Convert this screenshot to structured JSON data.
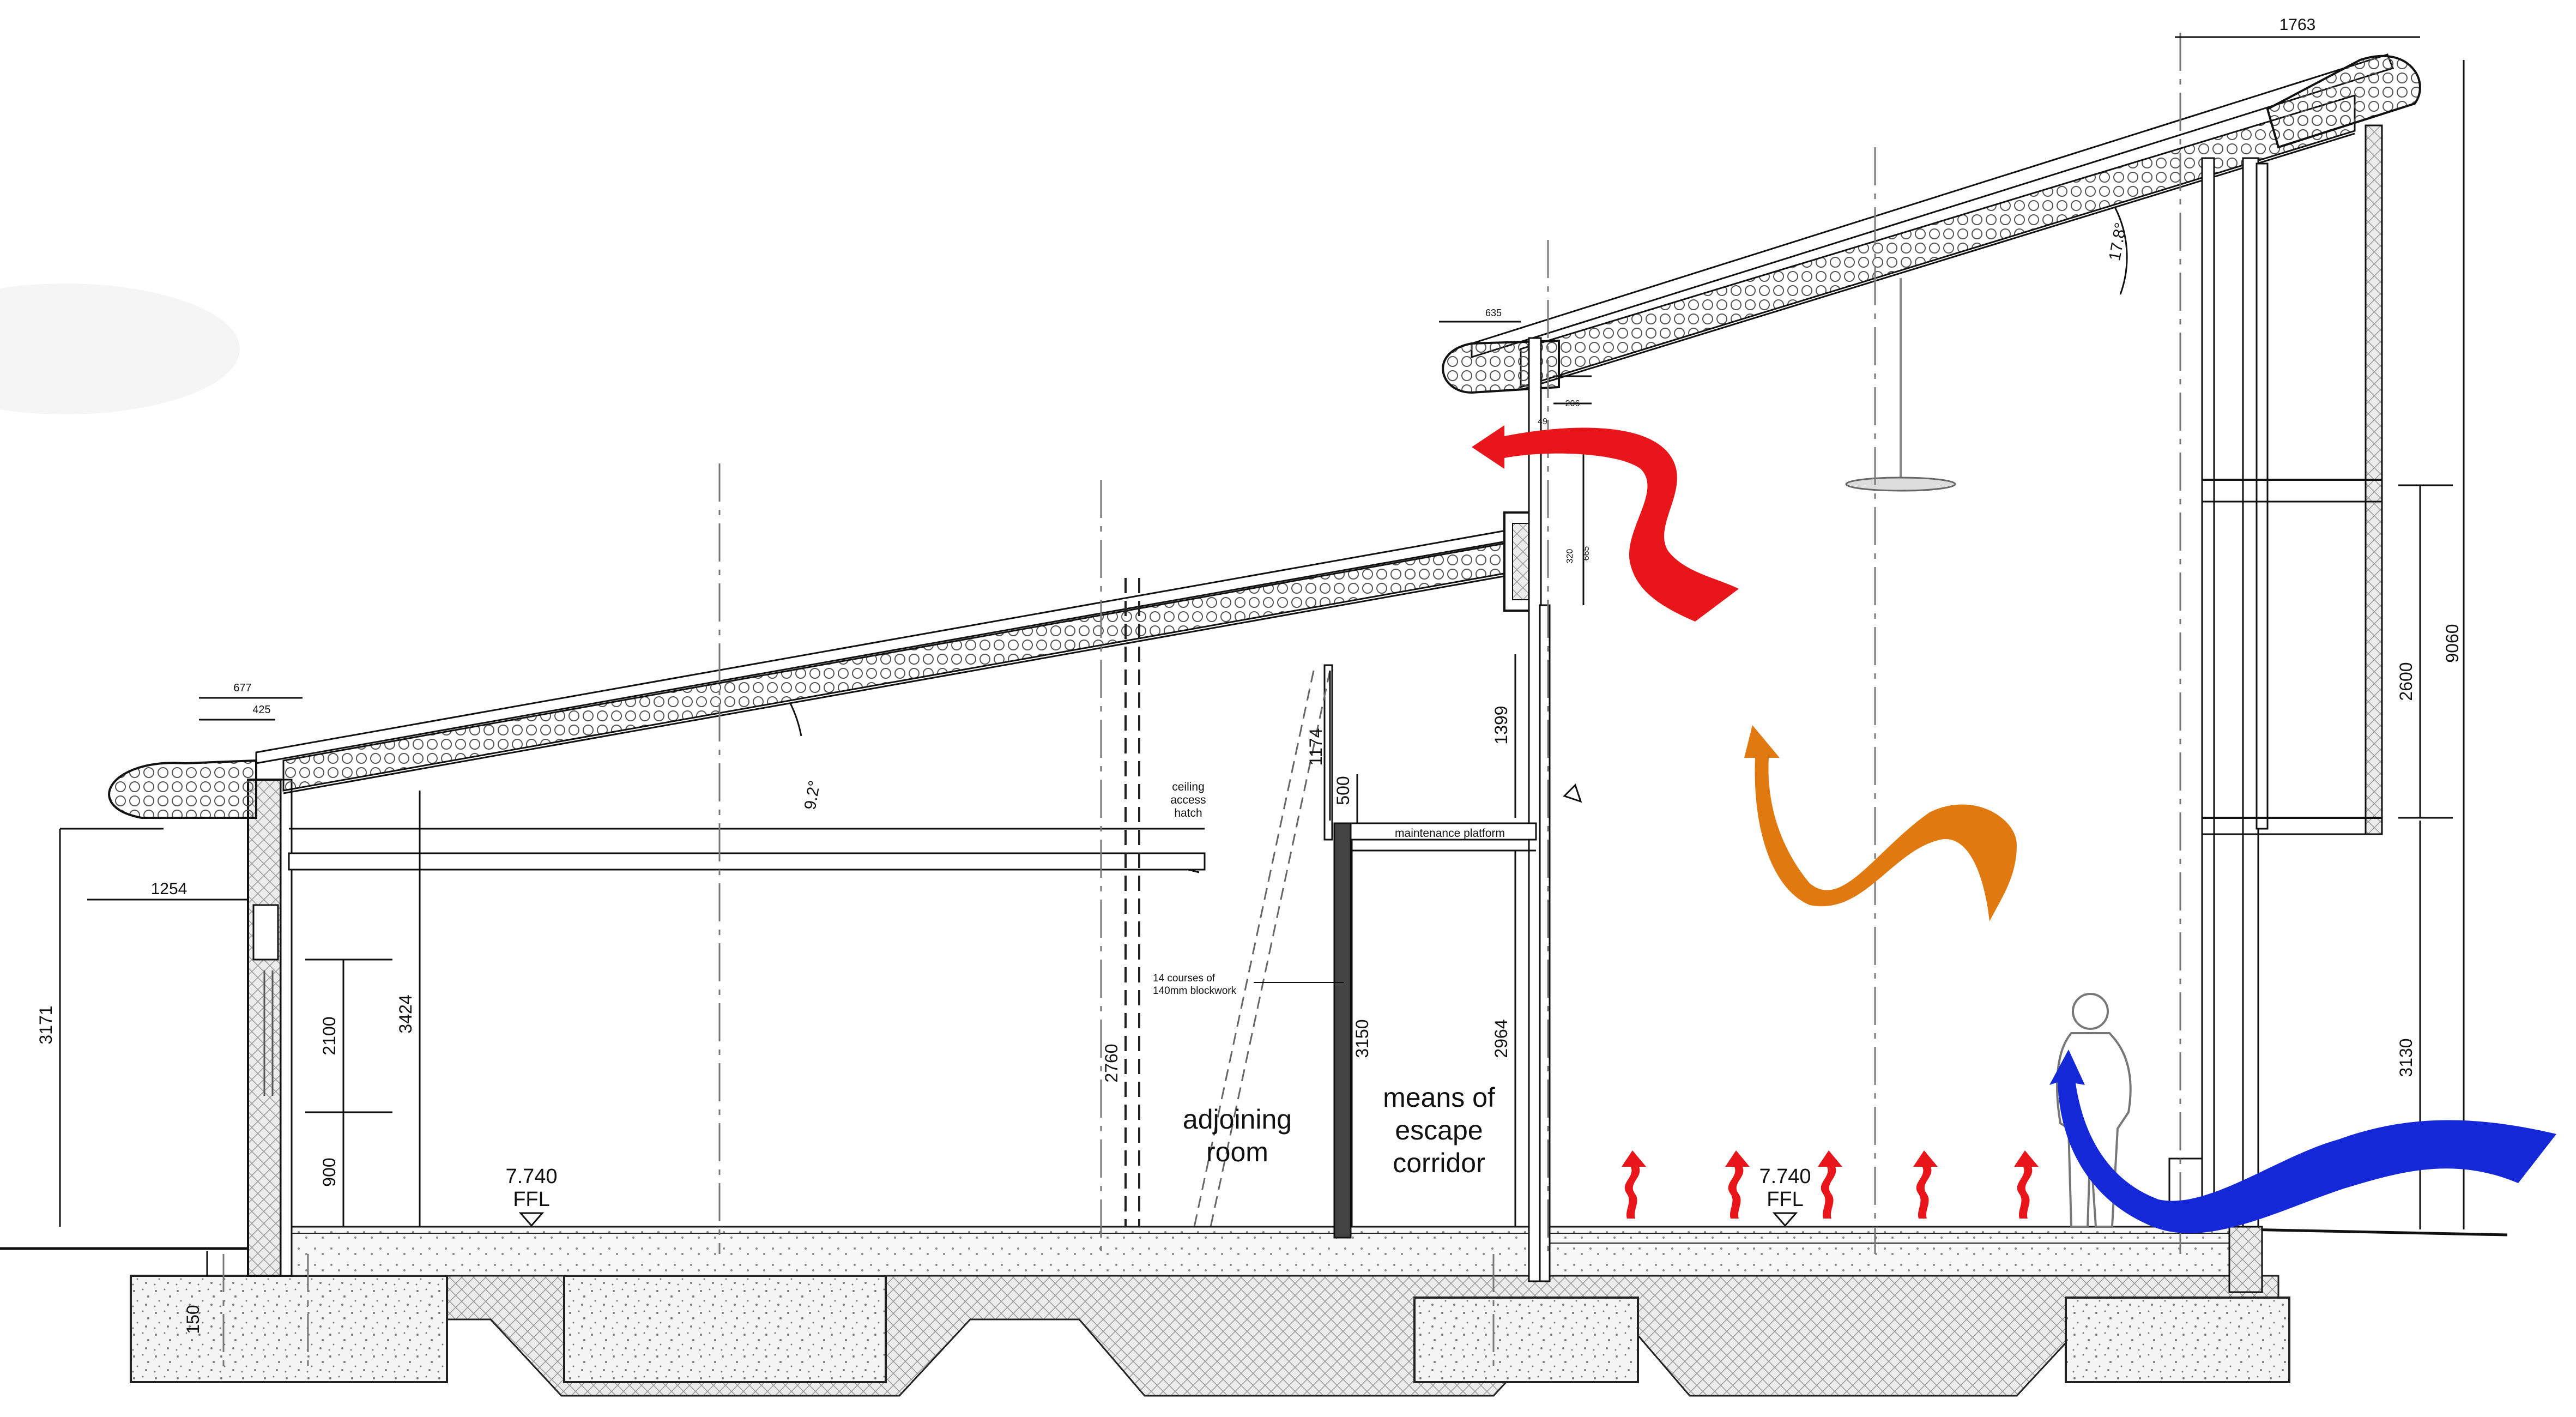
{
  "drawing": {
    "type": "building section",
    "roof_angle_low": "9.2°",
    "roof_angle_high": "17.8°"
  },
  "dimensions": {
    "d1763": "1763",
    "d635": "635",
    "d677": "677",
    "d425": "425",
    "d1254": "1254",
    "d3171": "3171",
    "d3424": "3424",
    "d2100": "2100",
    "d900": "900",
    "d150": "150",
    "d2760": "2760",
    "d1174": "1174",
    "d500": "500",
    "d1399": "1399",
    "d3150": "3150",
    "d2964": "2964",
    "d206": "206",
    "d49": "49",
    "d320": "320",
    "d665": "665",
    "d9060": "9060",
    "d2600": "2600",
    "d3130": "3130"
  },
  "labels": {
    "ceiling_hatch_1": "ceiling",
    "ceiling_hatch_2": "access",
    "ceiling_hatch_3": "hatch",
    "maintenance_platform": "maintenance platform",
    "blockwork_1": "14 courses of",
    "blockwork_2": "140mm blockwork",
    "adjoining_room_1": "adjoining",
    "adjoining_room_2": "room",
    "escape_1": "means of",
    "escape_2": "escape",
    "escape_3": "corridor",
    "ffl1_level": "7.740",
    "ffl1_text": "FFL",
    "ffl2_level": "7.740",
    "ffl2_text": "FFL"
  },
  "airflow": {
    "hot_exhaust_color": "#e8161b",
    "warm_rising_color": "#e07a10",
    "cool_inlet_color": "#1428d8",
    "floor_heat_color": "#e8161b"
  }
}
